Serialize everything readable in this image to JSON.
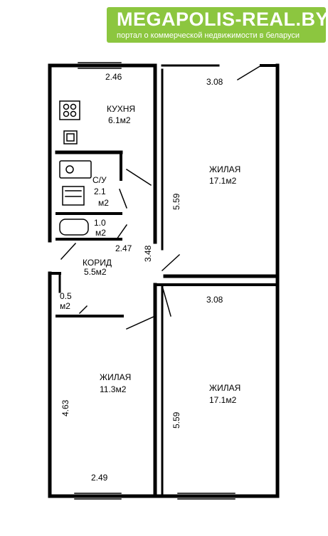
{
  "banner": {
    "title": "MEGAPOLIS-REAL.BY",
    "subtitle": "портал о коммерческой недвижимости в беларуси"
  },
  "rooms": {
    "kitchen": {
      "name": "КУХНЯ",
      "area": "6.1м2"
    },
    "bathroom": {
      "name": "С/У",
      "area1": "2.1",
      "area2": "м2"
    },
    "toilet": {
      "area1": "1.0",
      "area2": "м2"
    },
    "corridor": {
      "name": "КОРИД",
      "area": "5.5м2"
    },
    "closet": {
      "area1": "0.5",
      "area2": "м2"
    },
    "living_top": {
      "name": "ЖИЛАЯ",
      "area": "17.1м2"
    },
    "living_bottom_left": {
      "name": "ЖИЛАЯ",
      "area": "11.3м2"
    },
    "living_bottom_right": {
      "name": "ЖИЛАЯ",
      "area": "17.1м2"
    }
  },
  "dimensions": {
    "kitchen_width": "2.46",
    "top_room_width": "3.08",
    "top_room_height": "5.59",
    "corridor_length": "2.47",
    "corridor_height": "3.48",
    "bottom_right_width": "3.08",
    "bottom_right_height": "5.59",
    "bottom_left_height": "4.63",
    "bottom_left_width": "2.49"
  }
}
